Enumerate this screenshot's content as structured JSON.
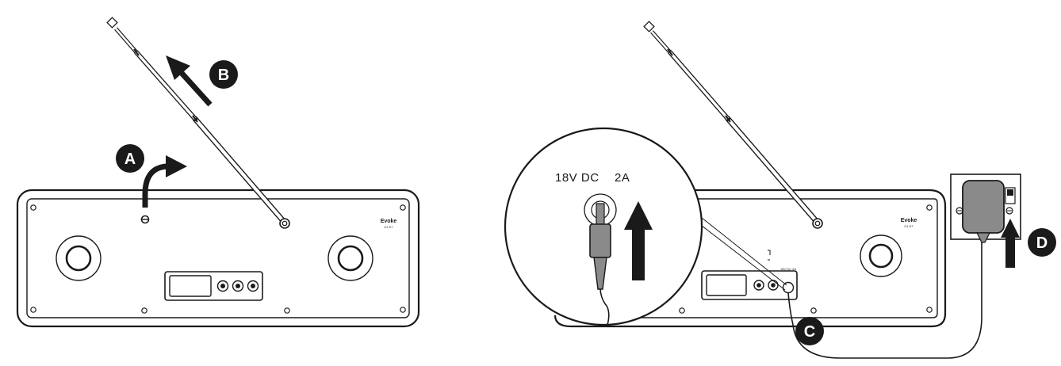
{
  "labels": {
    "a": "A",
    "b": "B",
    "c": "C",
    "d": "D"
  },
  "radio": {
    "brand": "Evoke",
    "model": "D4 BT"
  },
  "power_inlet": {
    "voltage": "18V DC",
    "current": "2A",
    "small_label": "18V DC  2A"
  },
  "colors": {
    "ink": "#1a1a1a",
    "plug_gray": "#8a8a8a",
    "paper": "#ffffff"
  }
}
